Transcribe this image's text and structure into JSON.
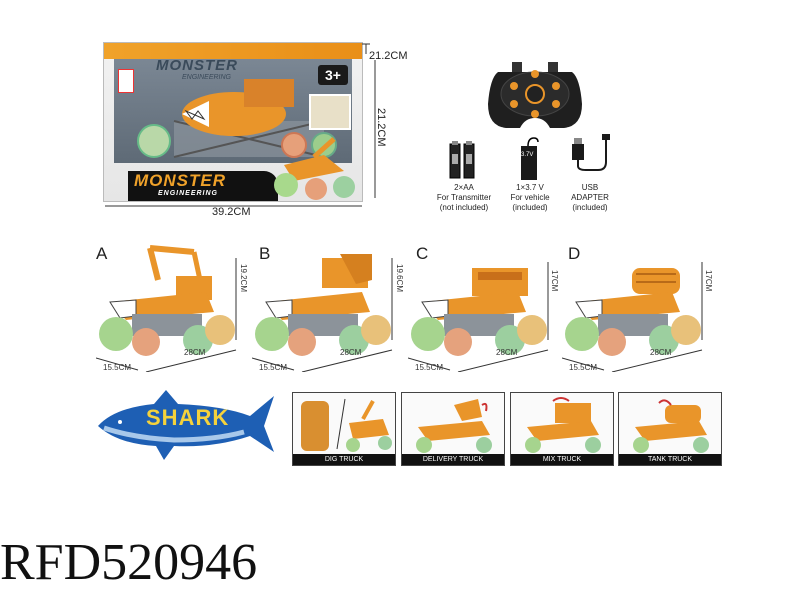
{
  "package": {
    "logo": "MONSTER",
    "logo_sub": "ENGINEERING",
    "age": "3+",
    "banner": "MONSTER",
    "banner_sub": "ENGINEERING",
    "width": "39.2CM",
    "height": "21.2CM",
    "depth": "21.2CM"
  },
  "accessories": [
    {
      "icon": "battery-aa-icon",
      "label": "2×AA\nFor Transmitter\n(not included)"
    },
    {
      "icon": "battery-37v-icon",
      "label": "1×3.7 V\nFor vehicle\n(included)",
      "battery_text": "3.7V"
    },
    {
      "icon": "usb-adapter-icon",
      "label": "USB\nADAPTER\n(included)"
    }
  ],
  "variants": [
    {
      "letter": "A",
      "height": "19.2CM",
      "width": "28CM",
      "depth": "15.5CM"
    },
    {
      "letter": "B",
      "height": "19.6CM",
      "width": "28CM",
      "depth": "15.5CM"
    },
    {
      "letter": "C",
      "height": "17CM",
      "width": "28CM",
      "depth": "15.5CM"
    },
    {
      "letter": "D",
      "height": "17CM",
      "width": "28CM",
      "depth": "15.5CM"
    }
  ],
  "shark_label": "SHARK",
  "modes": [
    "DIG TRUCK",
    "DELIVERY TRUCK",
    "MIX TRUCK",
    "TANK TRUCK"
  ],
  "model_code": "RFD520946",
  "colors": {
    "orange": "#f0a22a",
    "shark_blue": "#1e5fb4",
    "dark": "#111111"
  }
}
